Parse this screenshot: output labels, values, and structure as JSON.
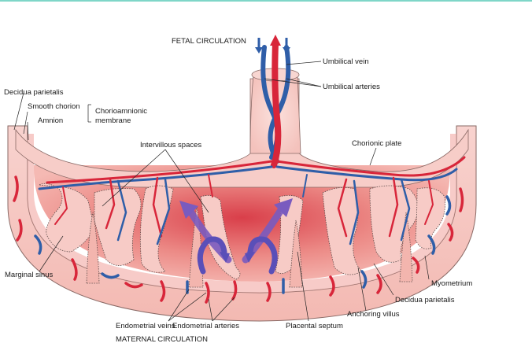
{
  "labels": {
    "fetal_circulation": "FETAL CIRCULATION",
    "umbilical_vein": "Umbilical vein",
    "umbilical_arteries": "Umbilical arteries",
    "decidua_parietalis_top": "Decidua parietalis",
    "smooth_chorion": "Smooth chorion",
    "amnion": "Amnion",
    "chorioamnionic_line1": "Chorioamnionic",
    "chorioamnionic_line2": "membrane",
    "intervillous_spaces": "Intervillous spaces",
    "chorionic_plate": "Chorionic plate",
    "marginal_sinus": "Marginal sinus",
    "myometrium": "Myometrium",
    "decidua_parietalis_bottom": "Decidua parietalis",
    "anchoring_villus": "Anchoring villus",
    "placental_septum": "Placental septum",
    "endometrial_veins": "Endometrial veins",
    "endometrial_arteries": "Endometrial arteries",
    "maternal_circulation": "MATERNAL CIRCULATION"
  },
  "colors": {
    "artery_red": "#d8263a",
    "vein_blue": "#2f5ea8",
    "tissue_pink": "#f6c8c3",
    "space_red": "#e8706f",
    "flow_purple": "#7a5bbf"
  }
}
